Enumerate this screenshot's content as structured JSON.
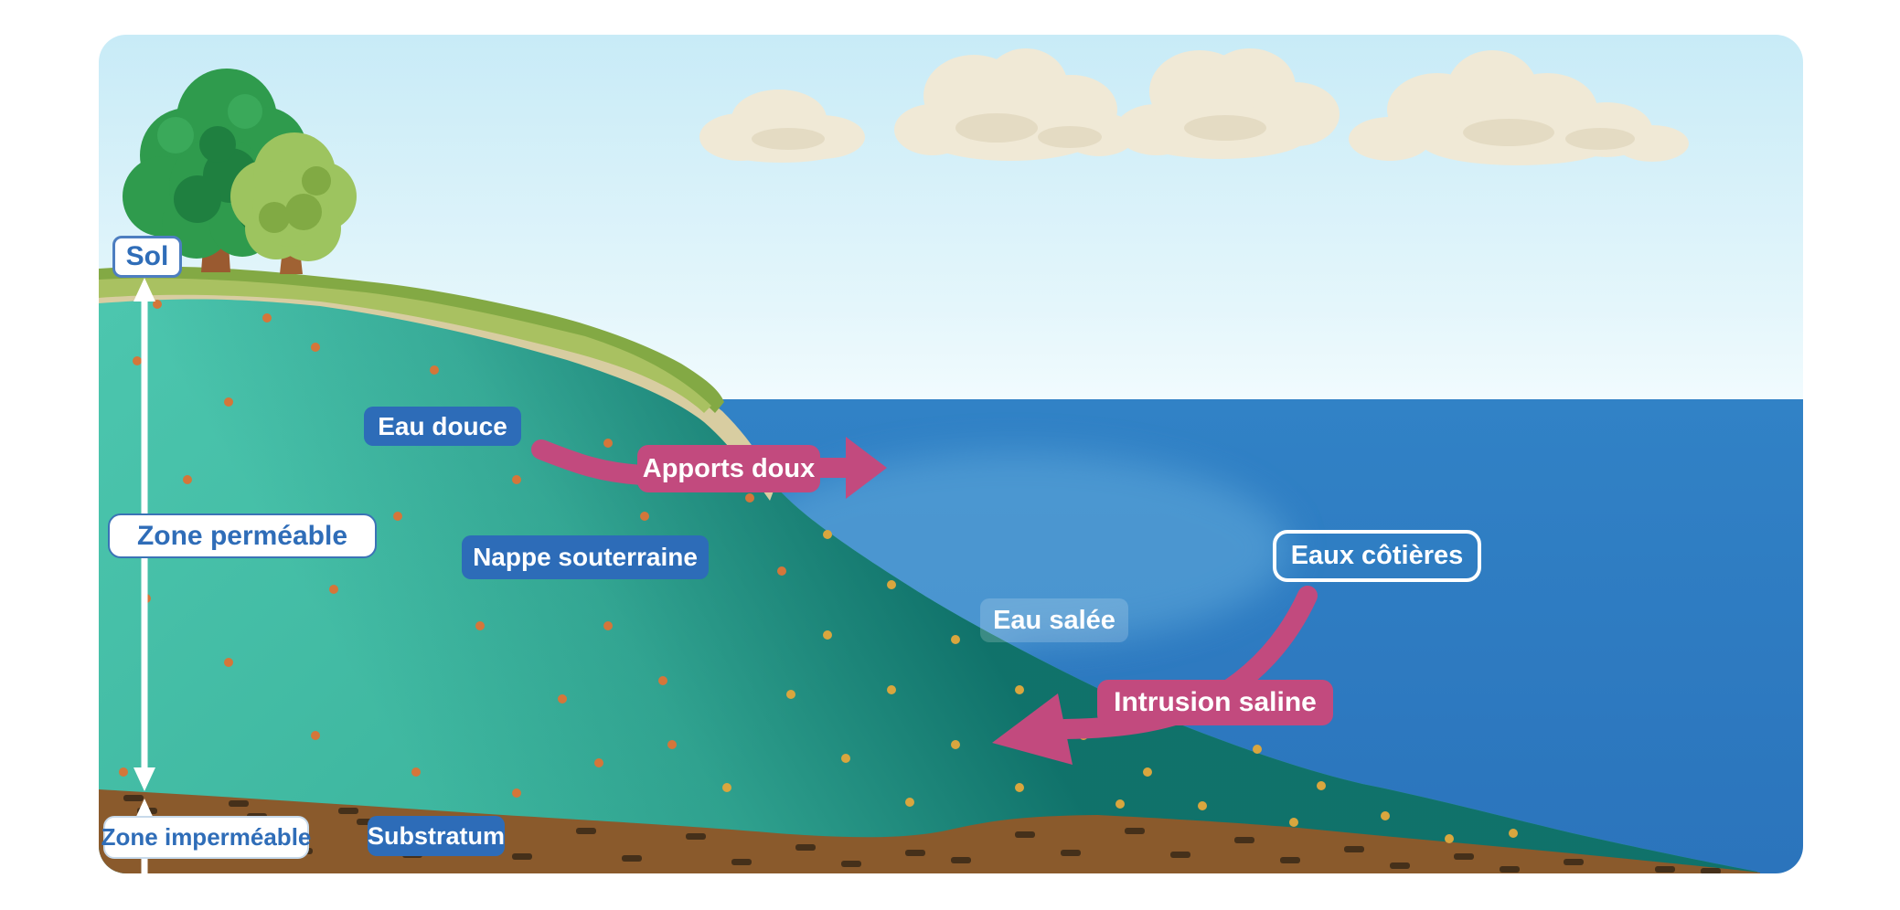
{
  "diagram": {
    "labels": {
      "sol": "Sol",
      "zone_permeable": "Zone perméable",
      "zone_impermeable": "Zone imperméable",
      "eau_douce": "Eau douce",
      "nappe_souterraine": "Nappe souterraine",
      "apports_doux": "Apports doux",
      "eau_salee": "Eau salée",
      "eaux_cotieres": "Eaux côtières",
      "intrusion_saline": "Intrusion saline",
      "substratum": "Substratum"
    },
    "colors": {
      "label_blue_bg": "#2d6cb8",
      "label_blue_text": "#2f6db8",
      "arrow_pink": "#c24a7e",
      "sea_blue": "#2d7ac1",
      "groundwater_teal": "#45c0a8",
      "salt_wedge_teal": "#0e6f68",
      "substratum_brown": "#8a5a2c",
      "grass_green": "#83a944",
      "soil_tan": "#d8cda1",
      "sky_blue": "#cdedf8",
      "cloud_cream": "#f0e9d6",
      "dot_orange": "#d4763a",
      "measure_arrow_white": "#ffffff"
    }
  }
}
